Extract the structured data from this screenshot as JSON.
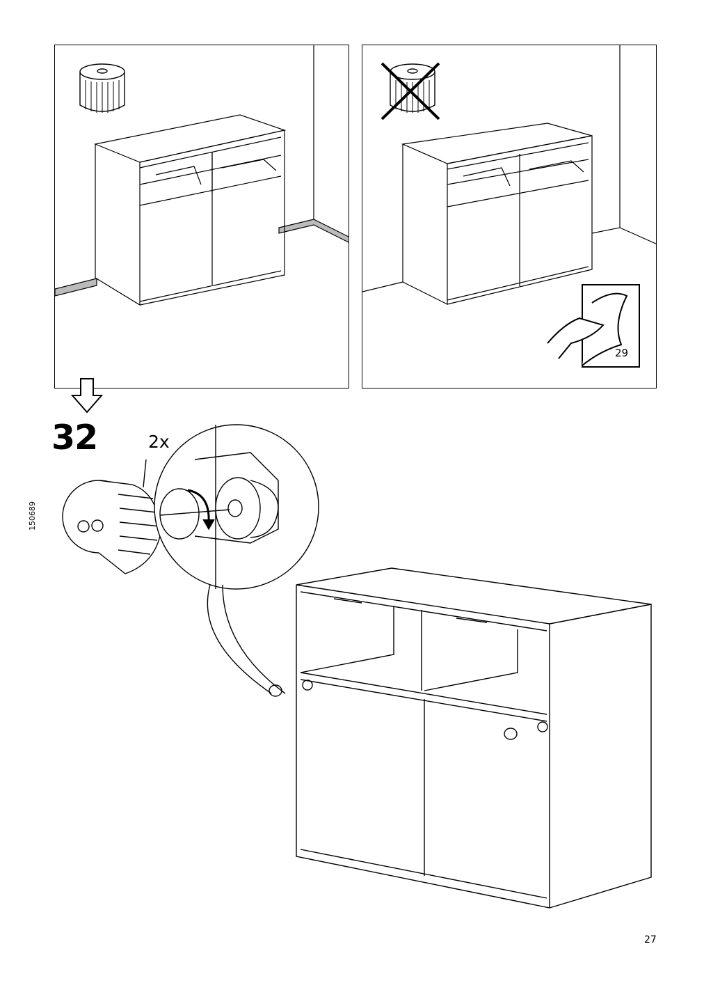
{
  "step": {
    "number": "32",
    "quantity": "2x",
    "article_number": "150689"
  },
  "panels": {
    "left": {
      "status": "correct",
      "part_icon": "adjustable-foot-icon"
    },
    "right": {
      "status": "not-recommended",
      "part_icon": "crossed-out-foot-icon",
      "reference_page": "29"
    }
  },
  "page": {
    "number": "27"
  },
  "icons": [
    "adjustable-foot-icon",
    "cross-icon",
    "hand-page-turn-icon",
    "down-arrow-icon",
    "magnifier-circle",
    "rotate-arrow-icon"
  ],
  "colors": {
    "line": "#000000",
    "background": "#ffffff"
  }
}
